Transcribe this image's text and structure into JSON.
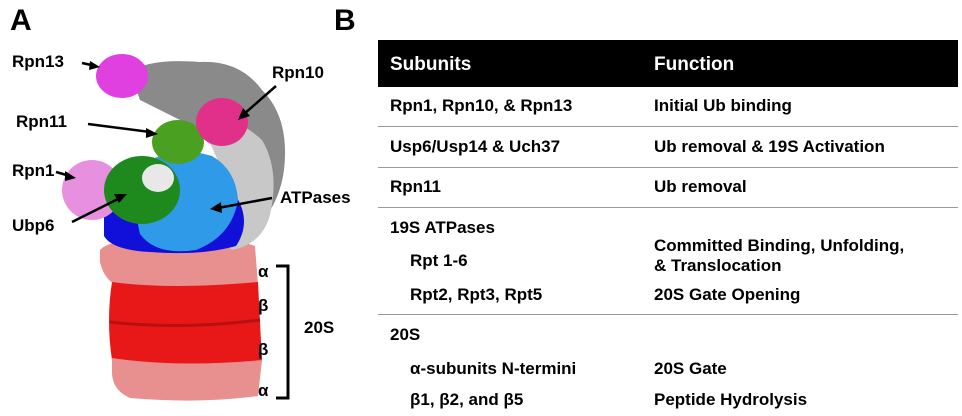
{
  "panel_a": {
    "letter": "A",
    "labels": {
      "rpn13": "Rpn13",
      "rpn10": "Rpn10",
      "rpn11": "Rpn11",
      "rpn1": "Rpn1",
      "ubp6": "Ubp6",
      "atpases": "ATPases",
      "alpha_top": "α",
      "beta_1": "β",
      "beta_2": "β",
      "alpha_bottom": "α",
      "core": "20S"
    },
    "colors": {
      "rpn13": "#e040e0",
      "rpn10": "#e0308a",
      "rpn11": "#4aa020",
      "rpn1": "#e890e0",
      "ubp6": "#1e8a1e",
      "atpase_light": "#2e9ae8",
      "atpase_dark": "#1010d8",
      "lid_gray": "#8a8a8a",
      "lid_light": "#c8c8c8",
      "alpha_ring": "#e89090",
      "beta_ring": "#e81818"
    }
  },
  "panel_b": {
    "letter": "B",
    "header": {
      "subunits": "Subunits",
      "function": "Function"
    },
    "rows": {
      "r1_sub": "Rpn1, Rpn10,  & Rpn13",
      "r1_fn": "Initial Ub binding",
      "r2_sub": "Usp6/Usp14 & Uch37",
      "r2_fn": "Ub removal & 19S Activation",
      "r3_sub": "Rpn11",
      "r3_fn": "Ub removal",
      "r4_sub": "19S ATPases",
      "r4a_sub": "Rpt 1-6",
      "r4a_fn_line1": "Committed Binding, Unfolding,",
      "r4a_fn_line2": "& Translocation",
      "r4b_sub": "Rpt2, Rpt3, Rpt5",
      "r4b_fn": "20S Gate Opening",
      "r5_sub": "20S",
      "r5a_sub": "α-subunits N-termini",
      "r5a_fn": "20S Gate",
      "r5b_sub": "β1, β2, and β5",
      "r5b_fn": "Peptide Hydrolysis"
    }
  }
}
